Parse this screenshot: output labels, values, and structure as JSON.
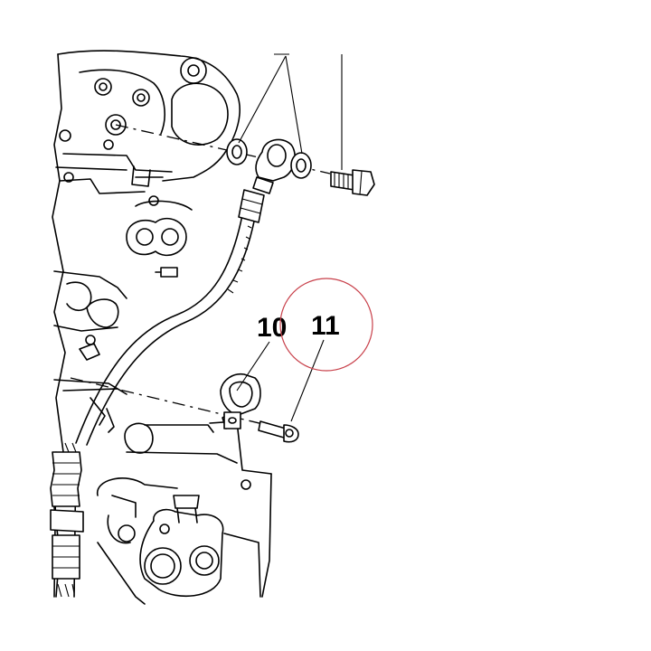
{
  "callouts": [
    {
      "id": "clip",
      "label": "10"
    },
    {
      "id": "bolt",
      "label": "11"
    }
  ],
  "highlight": {
    "color": "#c8404a",
    "target": "11"
  }
}
